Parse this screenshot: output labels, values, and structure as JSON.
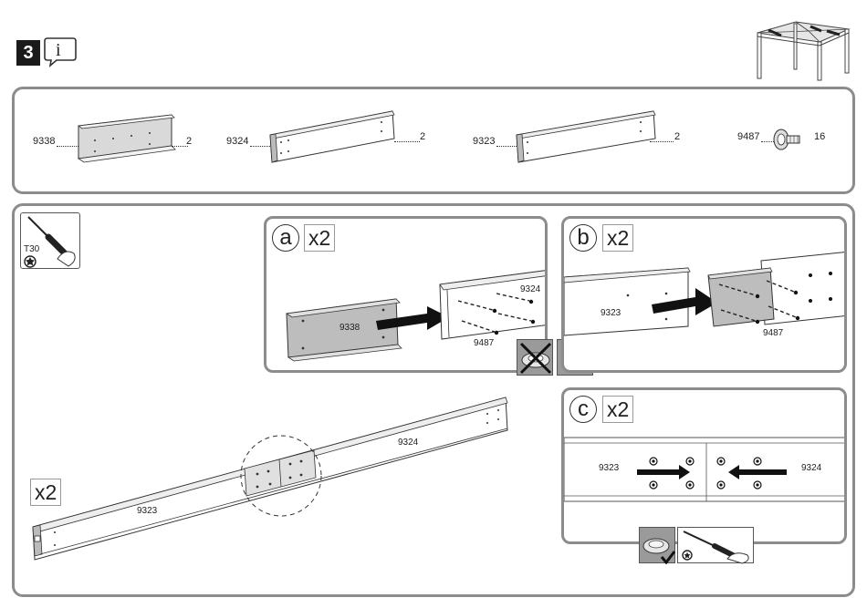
{
  "header": {
    "step_number": "3",
    "info_letter": "i"
  },
  "parts": [
    {
      "code": "9338",
      "qty": "2"
    },
    {
      "code": "9324",
      "qty": "2"
    },
    {
      "code": "9323",
      "qty": "2"
    },
    {
      "code": "9487",
      "qty": "16"
    }
  ],
  "tool": {
    "label": "T30"
  },
  "step_a": {
    "letter": "a",
    "multiplier": "x2",
    "label_part_left": "9338",
    "label_part_right": "9324",
    "label_screw": "9487"
  },
  "step_b": {
    "letter": "b",
    "multiplier": "x2",
    "label_part_left": "9323",
    "label_screw": "9487"
  },
  "step_c": {
    "letter": "c",
    "multiplier": "x2",
    "label_left": "9323",
    "label_right": "9324"
  },
  "overview": {
    "multiplier": "x2",
    "label_left_beam": "9323",
    "label_right_beam": "9324"
  }
}
